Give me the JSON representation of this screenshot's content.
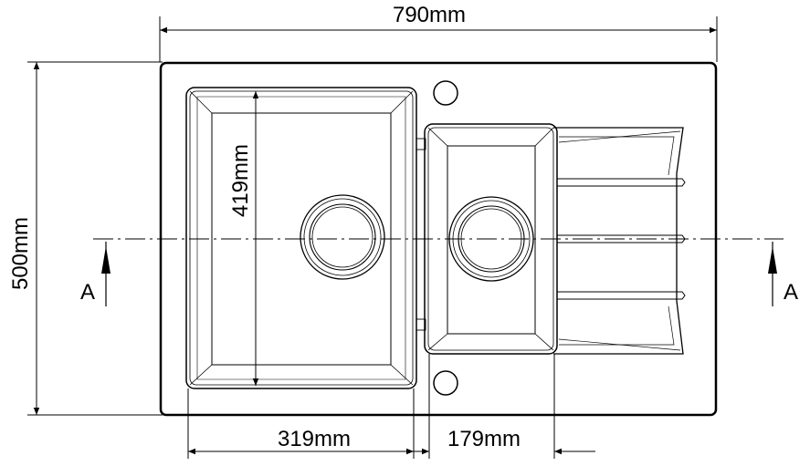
{
  "dimensions": {
    "overall_width": "790mm",
    "overall_height": "500mm",
    "bowl_depth": "419mm",
    "main_bowl_width": "319mm",
    "small_bowl_width": "179mm"
  },
  "section": {
    "left_marker": "A",
    "right_marker": "A"
  },
  "colors": {
    "line": "#000000",
    "background": "#ffffff"
  }
}
